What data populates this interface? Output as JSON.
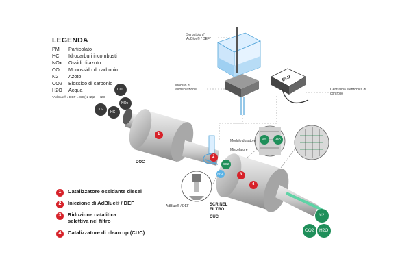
{
  "legend": {
    "title": "LEGENDA",
    "rows": [
      {
        "code": "PM",
        "desc": "Particolato"
      },
      {
        "code": "HC",
        "desc": "Idrocarburi incombusti"
      },
      {
        "code": "NOx",
        "desc": "Ossidi di azoto"
      },
      {
        "code": "CO",
        "desc": "Monossido di carbonio"
      },
      {
        "code": "N2",
        "desc": "Azoto"
      },
      {
        "code": "CO2",
        "desc": "Biossido di carbonio"
      },
      {
        "code": "H2O",
        "desc": "Acqua"
      }
    ],
    "formula": "*AdBlue® / DEF = CO(NH2)2 + H2O"
  },
  "labels": {
    "tank": "Serbatoio d' AdBlue® / DEF*",
    "supply_module": "Modulo di alimentazione",
    "ecu": "ECU",
    "ecu_desc": "Centralina elettronica di controllo",
    "dosing_module": "Modulo dosatore",
    "mixer": "Miscelatore",
    "doc": "DOC",
    "scr": "SCR NEL FILTRO",
    "cuc": "CUC",
    "adblue": "AdBlue® / DEF"
  },
  "molecules": {
    "co": "CO",
    "nox": "NOx",
    "co2": "CO2",
    "hc": "HC",
    "n2": "N2",
    "h2o": "H2O",
    "nh3": "NH3"
  },
  "markers": [
    "1",
    "2",
    "3",
    "4"
  ],
  "steps": [
    {
      "num": "1",
      "text": "Catalizzatore ossidante diesel"
    },
    {
      "num": "2",
      "text": "Iniezione di AdBlue® / DEF"
    },
    {
      "num": "3",
      "text": "Riduzione catalitica selettiva nel filtro"
    },
    {
      "num": "4",
      "text": "Catalizzatore di clean up (CUC)"
    }
  ],
  "colors": {
    "red": "#d7222a",
    "green": "#1f8f5a",
    "gray": "#6f6f6f",
    "dark": "#3a3a3a",
    "blue": "#4fa3d8"
  }
}
